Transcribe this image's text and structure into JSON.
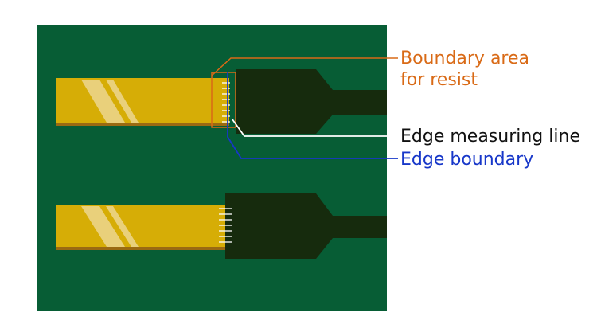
{
  "labels": {
    "boundary_area_line1": "Boundary area",
    "boundary_area_line2": "for resist",
    "edge_measuring_line": "Edge measuring line",
    "edge_boundary": "Edge boundary"
  },
  "colors": {
    "board": "#075d35",
    "copper": "#d6ad06",
    "copper_shadow": "#9a6a12",
    "copper_highlight": "#e9d07b",
    "resist": "#162b0d",
    "boundary_area": "#d96a16",
    "edge_measuring": "#111111",
    "edge_boundary": "#1737c9",
    "tick": "#ffffff"
  }
}
